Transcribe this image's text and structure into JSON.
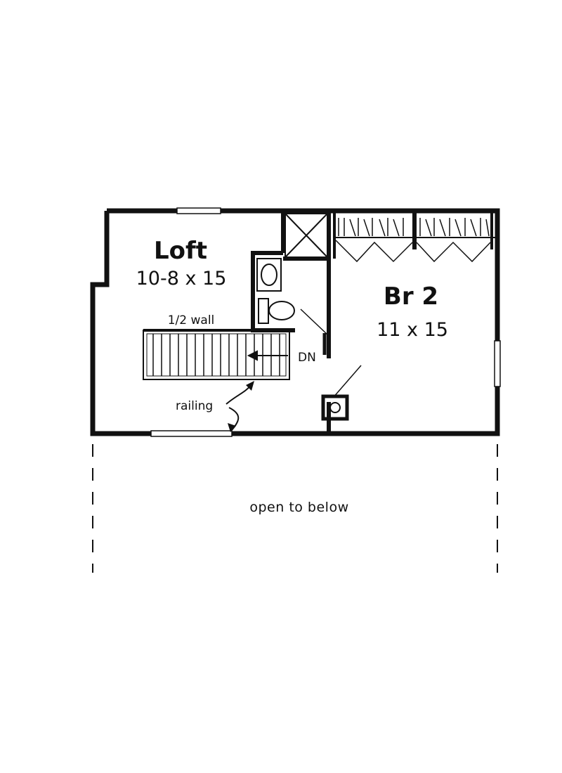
{
  "rooms": {
    "loft": {
      "name": "Loft",
      "size": "10-8 x 15"
    },
    "bedroom2": {
      "name": "Br 2",
      "size": "11 x 15"
    }
  },
  "labels": {
    "half_wall": "1/2 wall",
    "stair_direction": "DN",
    "railing": "railing",
    "open_to_below": "open to below"
  },
  "colors": {
    "line": "#111111",
    "background": "#ffffff"
  }
}
